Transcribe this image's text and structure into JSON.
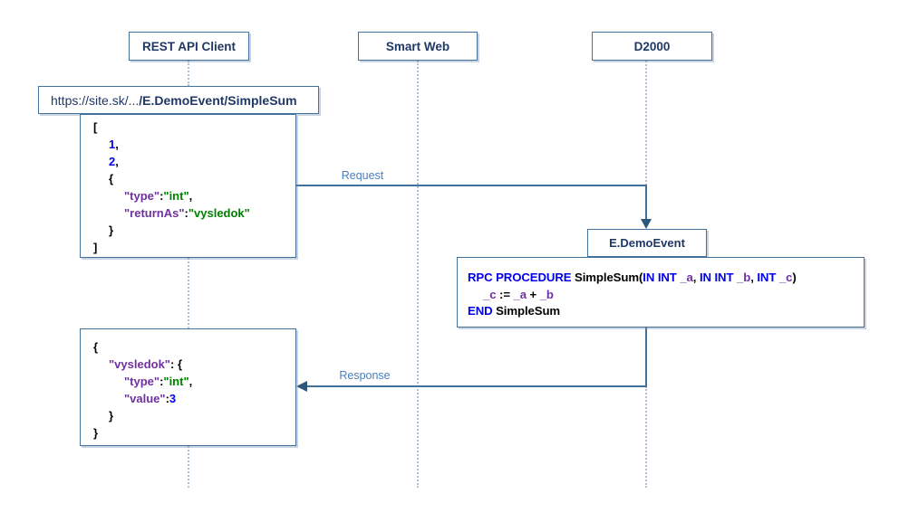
{
  "colors": {
    "border": "#41719C",
    "navy_text": "#1F3864",
    "message_label_blue": "#4A7EBB",
    "lifeline_dotted": "#AFC3D6",
    "keyword_blue": "#0000EE",
    "identifier_purple": "#7030A0",
    "string_green": "#008000",
    "arrowhead": "#2E5879"
  },
  "actors": [
    {
      "label": "REST API Client"
    },
    {
      "label": "Smart Web"
    },
    {
      "label": "D2000"
    }
  ],
  "subactor": {
    "label": "E.DemoEvent"
  },
  "url_box": {
    "prefix": "https://site.sk/...",
    "path_bold": "/E.DemoEvent/SimpleSum"
  },
  "messages": {
    "request": "Request",
    "response": "Response"
  },
  "request_json": {
    "lines": [
      {
        "indent": 0,
        "segments": [
          {
            "text": "[",
            "color": "plain"
          }
        ]
      },
      {
        "indent": 1,
        "segments": [
          {
            "text": "1",
            "color": "num"
          },
          {
            "text": ",",
            "color": "plain"
          }
        ]
      },
      {
        "indent": 1,
        "segments": [
          {
            "text": "2",
            "color": "num"
          },
          {
            "text": ",",
            "color": "plain"
          }
        ]
      },
      {
        "indent": 1,
        "segments": [
          {
            "text": "{",
            "color": "plain"
          }
        ]
      },
      {
        "indent": 2,
        "segments": [
          {
            "text": "\"type\"",
            "color": "key"
          },
          {
            "text": ":",
            "color": "plain"
          },
          {
            "text": "\"int\"",
            "color": "str"
          },
          {
            "text": ",",
            "color": "plain"
          }
        ]
      },
      {
        "indent": 2,
        "segments": [
          {
            "text": "\"returnAs\"",
            "color": "key"
          },
          {
            "text": ":",
            "color": "plain"
          },
          {
            "text": "\"vysledok\"",
            "color": "str"
          }
        ]
      },
      {
        "indent": 1,
        "segments": [
          {
            "text": "}",
            "color": "plain"
          }
        ]
      },
      {
        "indent": 0,
        "segments": [
          {
            "text": "]",
            "color": "plain"
          }
        ]
      }
    ]
  },
  "rpc_code": {
    "lines": [
      {
        "indent": 0,
        "segments": [
          {
            "text": "RPC PROCEDURE ",
            "color": "kw"
          },
          {
            "text": "SimpleSum(",
            "color": "plain"
          },
          {
            "text": "IN INT ",
            "color": "kw"
          },
          {
            "text": "_a",
            "color": "var"
          },
          {
            "text": ", ",
            "color": "plain"
          },
          {
            "text": "IN INT ",
            "color": "kw"
          },
          {
            "text": "_b",
            "color": "var"
          },
          {
            "text": ", ",
            "color": "plain"
          },
          {
            "text": "INT ",
            "color": "kw"
          },
          {
            "text": "_c",
            "color": "var"
          },
          {
            "text": ")",
            "color": "plain"
          }
        ]
      },
      {
        "indent": 1,
        "segments": [
          {
            "text": "_c",
            "color": "var"
          },
          {
            "text": " := ",
            "color": "plain"
          },
          {
            "text": "_a",
            "color": "var"
          },
          {
            "text": " + ",
            "color": "plain"
          },
          {
            "text": "_b",
            "color": "var"
          }
        ]
      },
      {
        "indent": 0,
        "segments": [
          {
            "text": "END ",
            "color": "kw"
          },
          {
            "text": "SimpleSum",
            "color": "plain"
          }
        ]
      }
    ]
  },
  "response_json": {
    "lines": [
      {
        "indent": 0,
        "segments": [
          {
            "text": "{",
            "color": "plain"
          }
        ]
      },
      {
        "indent": 1,
        "segments": [
          {
            "text": "\"vysledok\"",
            "color": "key"
          },
          {
            "text": ": ",
            "color": "plain"
          },
          {
            "text": "{",
            "color": "plain"
          }
        ]
      },
      {
        "indent": 2,
        "segments": [
          {
            "text": "\"type\"",
            "color": "key"
          },
          {
            "text": ":",
            "color": "plain"
          },
          {
            "text": "\"int\"",
            "color": "str"
          },
          {
            "text": ",",
            "color": "plain"
          }
        ]
      },
      {
        "indent": 2,
        "segments": [
          {
            "text": "\"value\"",
            "color": "key"
          },
          {
            "text": ":",
            "color": "plain"
          },
          {
            "text": "3",
            "color": "num"
          }
        ]
      },
      {
        "indent": 1,
        "segments": [
          {
            "text": "}",
            "color": "plain"
          }
        ]
      },
      {
        "indent": 0,
        "segments": [
          {
            "text": "}",
            "color": "plain"
          }
        ]
      }
    ]
  }
}
